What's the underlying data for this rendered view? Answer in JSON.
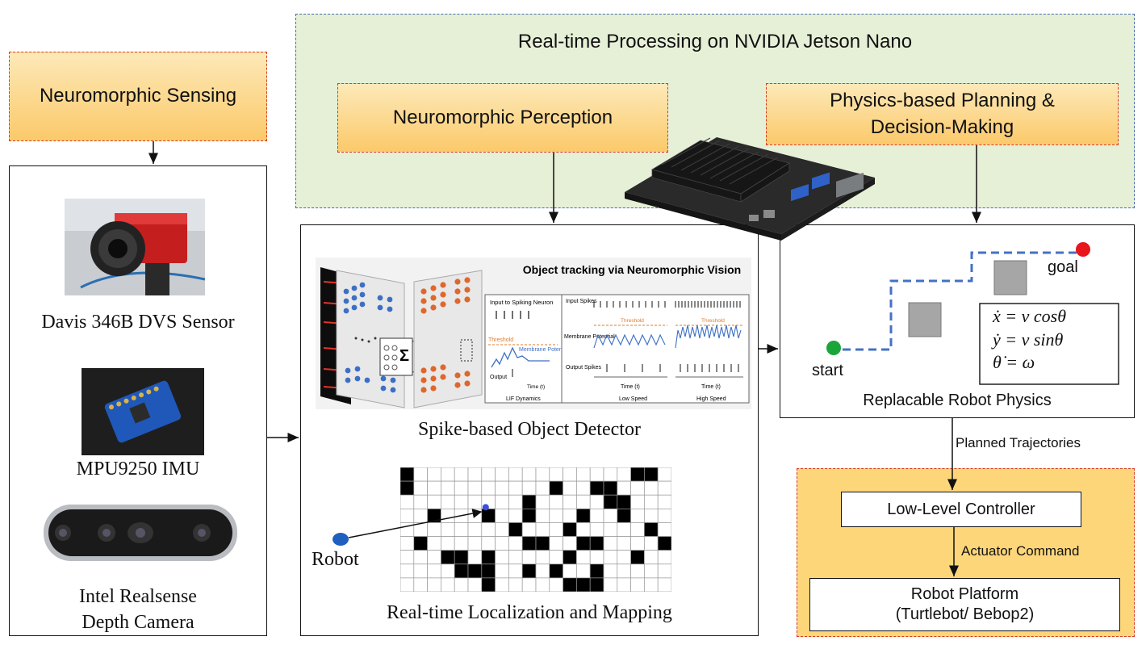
{
  "jetson": {
    "title": "Real-time Processing on NVIDIA Jetson Nano"
  },
  "sensing": {
    "title": "Neuromorphic Sensing"
  },
  "perception": {
    "title": "Neuromorphic Perception"
  },
  "planning": {
    "line1": "Physics-based Planning &",
    "line2": "Decision-Making"
  },
  "sensors": {
    "dvs_label": "Davis 346B DVS Sensor",
    "imu_label": "MPU9250 IMU",
    "depth_line1": "Intel Realsense",
    "depth_line2": "Depth Camera"
  },
  "detector": {
    "caption": "Spike-based Object Detector",
    "panel_title": "Object tracking via Neuromorphic Vision",
    "input_to_neuron": "Input to Spiking Neuron",
    "threshold": "Threshold",
    "membrane_potential": "Membrane Potential",
    "output": "Output",
    "time_t": "Time (t)",
    "lif": "LIF Dynamics",
    "input_spikes": "Input Spikes",
    "membrane": "Membrane Potential",
    "output_spikes": "Output Spikes",
    "low_speed": "Low Speed",
    "high_speed": "High Speed",
    "sigma": "Σ"
  },
  "mapping": {
    "caption": "Real-time Localization and Mapping",
    "robot_label": "Robot"
  },
  "physics": {
    "caption": "Replacable Robot Physics",
    "start": "start",
    "goal": "goal",
    "eq1": "ẋ = v cosθ",
    "eq2": "ẏ = v sinθ",
    "eq3": "θ̇ = ω"
  },
  "flow": {
    "planned": "Planned Trajectories",
    "actuator": "Actuator Command"
  },
  "control": {
    "llc": "Low-Level Controller",
    "platform_line1": "Robot Platform",
    "platform_line2": "(Turtlebot/ Bebop2)"
  },
  "colors": {
    "start": "#1aa53b",
    "goal": "#e8151b",
    "path": "#4472c4",
    "robot": "#1f5fbf",
    "obstacle": "#a6a6a6"
  }
}
